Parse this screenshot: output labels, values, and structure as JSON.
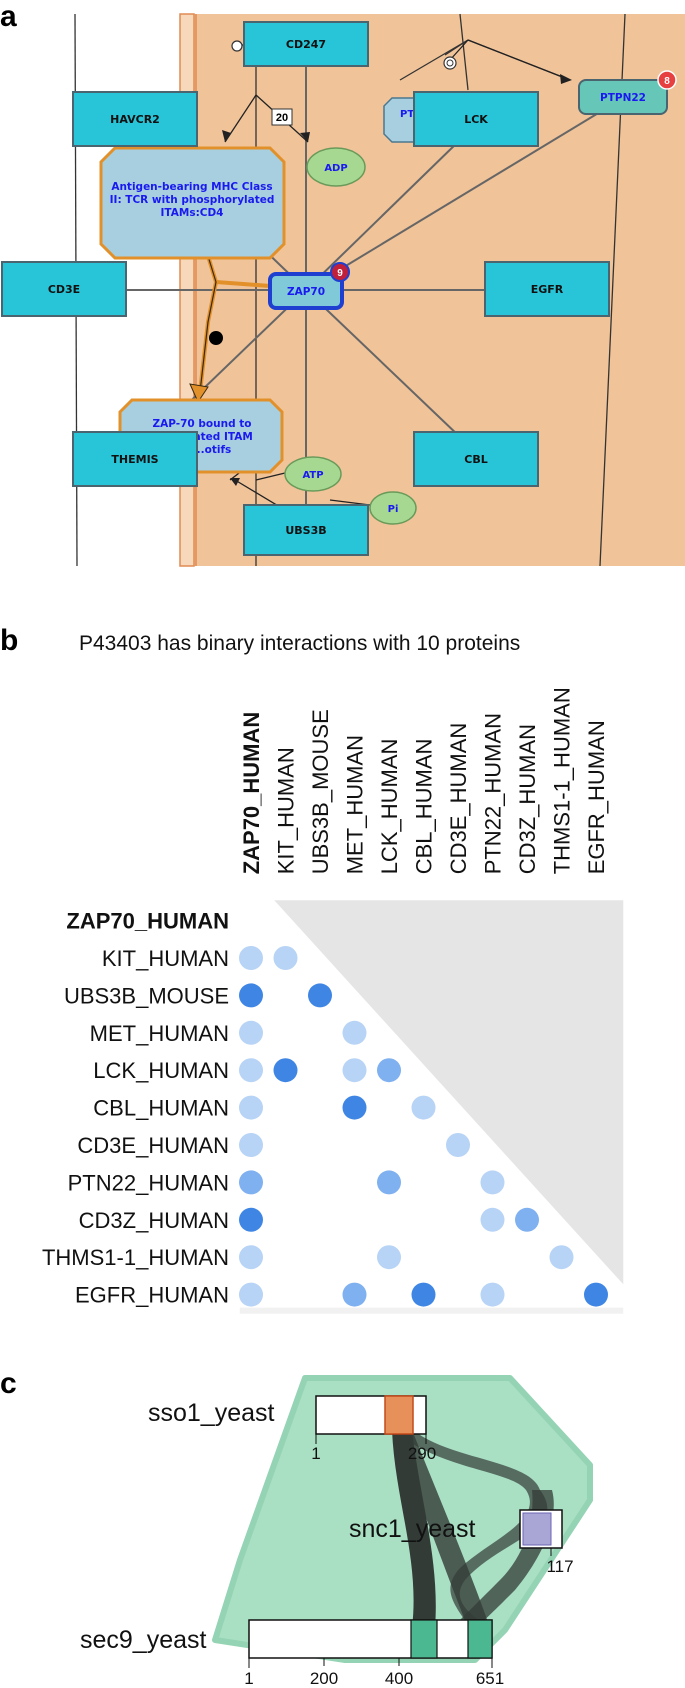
{
  "panels": {
    "a": "a",
    "b": "b",
    "c": "c"
  },
  "panel_a": {
    "proteins": {
      "cd247": "CD247",
      "havcr2": "HAVCR2",
      "lck": "LCK",
      "ptpn22": "PTPN22",
      "cd3e": "CD3E",
      "egfr": "EGFR",
      "themis": "THEMIS",
      "cbl": "CBL",
      "ubs3b": "UBS3B",
      "zap70": "ZAP70",
      "pt_partial": "PT"
    },
    "complexes": {
      "tcr_line1": "Antigen-bearing MHC Class",
      "tcr_line2": "II: TCR with phosphorylated",
      "tcr_line3": "ITAMs:CD4",
      "zap_line1": "ZAP-70 bound to",
      "zap_line2": "...ylated ITAM",
      "zap_line3": "...otifs"
    },
    "molecules": {
      "adp": "ADP",
      "atp": "ATP",
      "pi": "Pi"
    },
    "badges": {
      "ptpn22_count": "8",
      "zap70_count": "9",
      "reaction_count": "20"
    },
    "colors": {
      "compartment": "#f0c399",
      "protein": "#28c5d8",
      "complex": "#a8cfe0",
      "complex_border": "#e2902a",
      "molecule": "#a6d892",
      "badge": "#e64040",
      "zap_border": "#1f3fd0"
    }
  },
  "panel_b": {
    "title": "P43403 has binary interactions with 10 proteins",
    "columns": [
      "ZAP70_HUMAN",
      "KIT_HUMAN",
      "UBS3B_MOUSE",
      "MET_HUMAN",
      "LCK_HUMAN",
      "CBL_HUMAN",
      "CD3E_HUMAN",
      "PTN22_HUMAN",
      "CD3Z_HUMAN",
      "THMS1-1_HUMAN",
      "EGFR_HUMAN"
    ],
    "rows": [
      "ZAP70_HUMAN",
      "KIT_HUMAN",
      "UBS3B_MOUSE",
      "MET_HUMAN",
      "LCK_HUMAN",
      "CBL_HUMAN",
      "CD3E_HUMAN",
      "PTN22_HUMAN",
      "CD3Z_HUMAN",
      "THMS1-1_HUMAN",
      "EGFR_HUMAN"
    ],
    "dots": [
      {
        "row": 1,
        "col": 0,
        "level": 1
      },
      {
        "row": 1,
        "col": 1,
        "level": 1
      },
      {
        "row": 2,
        "col": 0,
        "level": 3
      },
      {
        "row": 2,
        "col": 2,
        "level": 3
      },
      {
        "row": 3,
        "col": 0,
        "level": 1
      },
      {
        "row": 3,
        "col": 3,
        "level": 1
      },
      {
        "row": 4,
        "col": 0,
        "level": 1
      },
      {
        "row": 4,
        "col": 1,
        "level": 3
      },
      {
        "row": 4,
        "col": 3,
        "level": 1
      },
      {
        "row": 4,
        "col": 4,
        "level": 2
      },
      {
        "row": 5,
        "col": 0,
        "level": 1
      },
      {
        "row": 5,
        "col": 3,
        "level": 3
      },
      {
        "row": 5,
        "col": 5,
        "level": 1
      },
      {
        "row": 6,
        "col": 0,
        "level": 1
      },
      {
        "row": 6,
        "col": 6,
        "level": 1
      },
      {
        "row": 7,
        "col": 0,
        "level": 2
      },
      {
        "row": 7,
        "col": 4,
        "level": 2
      },
      {
        "row": 7,
        "col": 7,
        "level": 1
      },
      {
        "row": 8,
        "col": 0,
        "level": 3
      },
      {
        "row": 8,
        "col": 7,
        "level": 1
      },
      {
        "row": 8,
        "col": 8,
        "level": 2
      },
      {
        "row": 9,
        "col": 0,
        "level": 1
      },
      {
        "row": 9,
        "col": 4,
        "level": 1
      },
      {
        "row": 9,
        "col": 9,
        "level": 1
      },
      {
        "row": 10,
        "col": 0,
        "level": 1
      },
      {
        "row": 10,
        "col": 3,
        "level": 2
      },
      {
        "row": 10,
        "col": 5,
        "level": 3
      },
      {
        "row": 10,
        "col": 7,
        "level": 1
      },
      {
        "row": 10,
        "col": 10,
        "level": 3
      }
    ],
    "colors": {
      "level1": "#b7d3f5",
      "level2": "#7fb0ef",
      "level3": "#3f86e4",
      "triangle": "#e5e5e5"
    }
  },
  "panel_c": {
    "proteins": [
      {
        "name": "sso1_yeast",
        "length": 290,
        "ticks": [
          "1",
          "290"
        ]
      },
      {
        "name": "snc1_yeast",
        "length": 117,
        "ticks": [
          "117"
        ]
      },
      {
        "name": "sec9_yeast",
        "length": 651,
        "ticks": [
          "1",
          "200",
          "400",
          "651"
        ]
      }
    ],
    "colors": {
      "hull": "#a9dfc3",
      "sso1_domain": "#e8905a",
      "snc1_domain": "#a9a6d6",
      "sec9_domain": "#4bb891",
      "link": "#1f1f1f"
    }
  }
}
